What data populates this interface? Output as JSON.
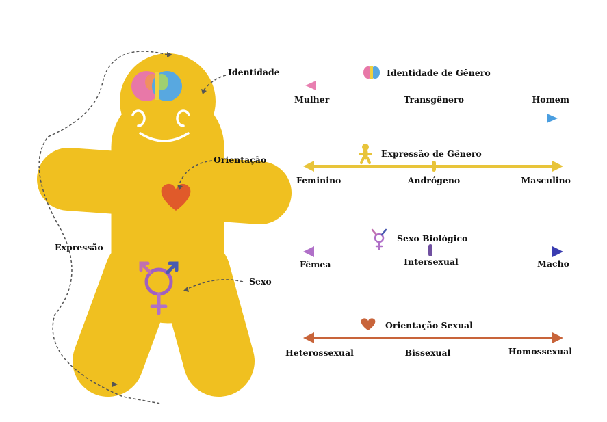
{
  "figure": {
    "labels": {
      "identity": "Identidade",
      "orientation": "Orientação",
      "expression": "Expressão",
      "sex": "Sexo"
    },
    "body_color": "#f0c020"
  },
  "scales": [
    {
      "title": "Identidade de Gênero",
      "left": "Mulher",
      "middle": "Transgênero",
      "right": "Homem",
      "icon": "brain-icon"
    },
    {
      "title": "Expressão de Gênero",
      "left": "Feminino",
      "middle": "Andrógeno",
      "right": "Masculino",
      "icon": "person-icon",
      "color": "#e8c43a"
    },
    {
      "title": "Sexo Biológico",
      "left": "Fêmea",
      "middle": "Intersexual",
      "right": "Macho",
      "icon": "intersex-symbol-icon"
    },
    {
      "title": "Orientação Sexual",
      "left": "Heterossexual",
      "middle": "Bissexual",
      "right": "Homossexual",
      "icon": "heart-icon",
      "color": "#c8643a"
    }
  ]
}
